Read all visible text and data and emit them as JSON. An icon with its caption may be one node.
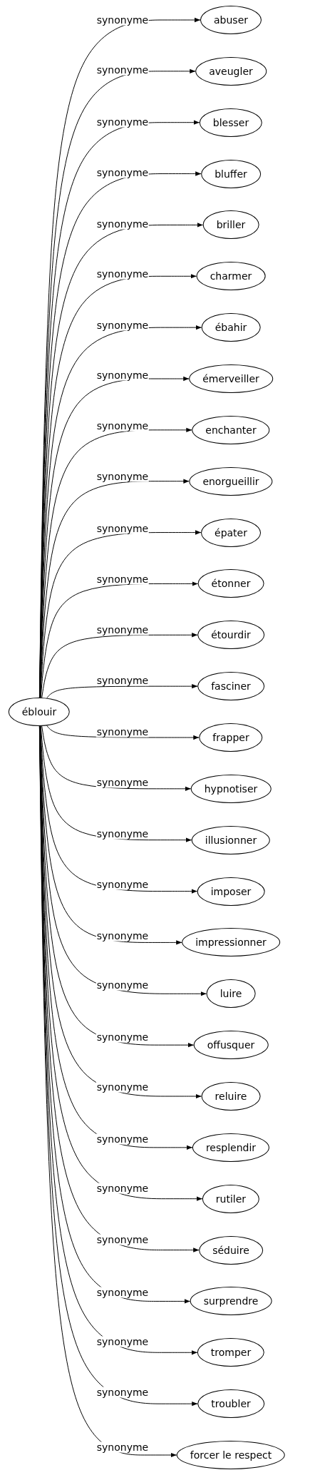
{
  "diagram": {
    "nodes": [
      {
        "text": [
          "éblouir"
        ]
      },
      {
        "text": [
          "abuser"
        ]
      },
      {
        "text": [
          "aveugler"
        ]
      },
      {
        "text": [
          "blesser"
        ]
      },
      {
        "text": [
          "bluffer"
        ]
      },
      {
        "text": [
          "briller"
        ]
      },
      {
        "text": [
          "charmer"
        ]
      },
      {
        "text": [
          "ébahir"
        ]
      },
      {
        "text": [
          "émerveiller"
        ]
      },
      {
        "text": [
          "enchanter"
        ]
      },
      {
        "text": [
          "enorgueillir"
        ]
      },
      {
        "text": [
          "épater"
        ]
      },
      {
        "text": [
          "étonner"
        ]
      },
      {
        "text": [
          "étourdir"
        ]
      },
      {
        "text": [
          "fasciner"
        ]
      },
      {
        "text": [
          "frapper"
        ]
      },
      {
        "text": [
          "hypnotiser"
        ]
      },
      {
        "text": [
          "illusionner"
        ]
      },
      {
        "text": [
          "imposer"
        ]
      },
      {
        "text": [
          "impressionner"
        ]
      },
      {
        "text": [
          "luire"
        ]
      },
      {
        "text": [
          "offusquer"
        ]
      },
      {
        "text": [
          "reluire"
        ]
      },
      {
        "text": [
          "resplendir"
        ]
      },
      {
        "text": [
          "rutiler"
        ]
      },
      {
        "text": [
          "séduire"
        ]
      },
      {
        "text": [
          "surprendre"
        ]
      },
      {
        "text": [
          "tromper"
        ]
      },
      {
        "text": [
          "troubler"
        ]
      },
      {
        "text": [
          "forcer le respect"
        ]
      }
    ],
    "edges": [
      {
        "from": 0,
        "to": 1,
        "arrow": "to",
        "label": "synonyme"
      },
      {
        "from": 0,
        "to": 2,
        "arrow": "to",
        "label": "synonyme"
      },
      {
        "from": 0,
        "to": 3,
        "arrow": "to",
        "label": "synonyme"
      },
      {
        "from": 0,
        "to": 4,
        "arrow": "to",
        "label": "synonyme"
      },
      {
        "from": 0,
        "to": 5,
        "arrow": "to",
        "label": "synonyme"
      },
      {
        "from": 0,
        "to": 6,
        "arrow": "to",
        "label": "synonyme"
      },
      {
        "from": 0,
        "to": 7,
        "arrow": "to",
        "label": "synonyme"
      },
      {
        "from": 0,
        "to": 8,
        "arrow": "to",
        "label": "synonyme"
      },
      {
        "from": 0,
        "to": 9,
        "arrow": "to",
        "label": "synonyme"
      },
      {
        "from": 0,
        "to": 10,
        "arrow": "to",
        "label": "synonyme"
      },
      {
        "from": 0,
        "to": 11,
        "arrow": "to",
        "label": "synonyme"
      },
      {
        "from": 0,
        "to": 12,
        "arrow": "to",
        "label": "synonyme"
      },
      {
        "from": 0,
        "to": 13,
        "arrow": "to",
        "label": "synonyme"
      },
      {
        "from": 0,
        "to": 14,
        "arrow": "to",
        "label": "synonyme"
      },
      {
        "from": 0,
        "to": 15,
        "arrow": "to",
        "label": "synonyme"
      },
      {
        "from": 0,
        "to": 16,
        "arrow": "to",
        "label": "synonyme"
      },
      {
        "from": 0,
        "to": 17,
        "arrow": "to",
        "label": "synonyme"
      },
      {
        "from": 0,
        "to": 18,
        "arrow": "to",
        "label": "synonyme"
      },
      {
        "from": 0,
        "to": 19,
        "arrow": "to",
        "label": "synonyme"
      },
      {
        "from": 0,
        "to": 20,
        "arrow": "to",
        "label": "synonyme"
      },
      {
        "from": 0,
        "to": 21,
        "arrow": "to",
        "label": "synonyme"
      },
      {
        "from": 0,
        "to": 22,
        "arrow": "to",
        "label": "synonyme"
      },
      {
        "from": 0,
        "to": 23,
        "arrow": "to",
        "label": "synonyme"
      },
      {
        "from": 0,
        "to": 24,
        "arrow": "to",
        "label": "synonyme"
      },
      {
        "from": 0,
        "to": 25,
        "arrow": "to",
        "label": "synonyme"
      },
      {
        "from": 0,
        "to": 26,
        "arrow": "to",
        "label": "synonyme"
      },
      {
        "from": 0,
        "to": 27,
        "arrow": "to",
        "label": "synonyme"
      },
      {
        "from": 0,
        "to": 28,
        "arrow": "to",
        "label": "synonyme"
      },
      {
        "from": 0,
        "to": 29,
        "arrow": "to",
        "label": "synonyme"
      }
    ]
  }
}
